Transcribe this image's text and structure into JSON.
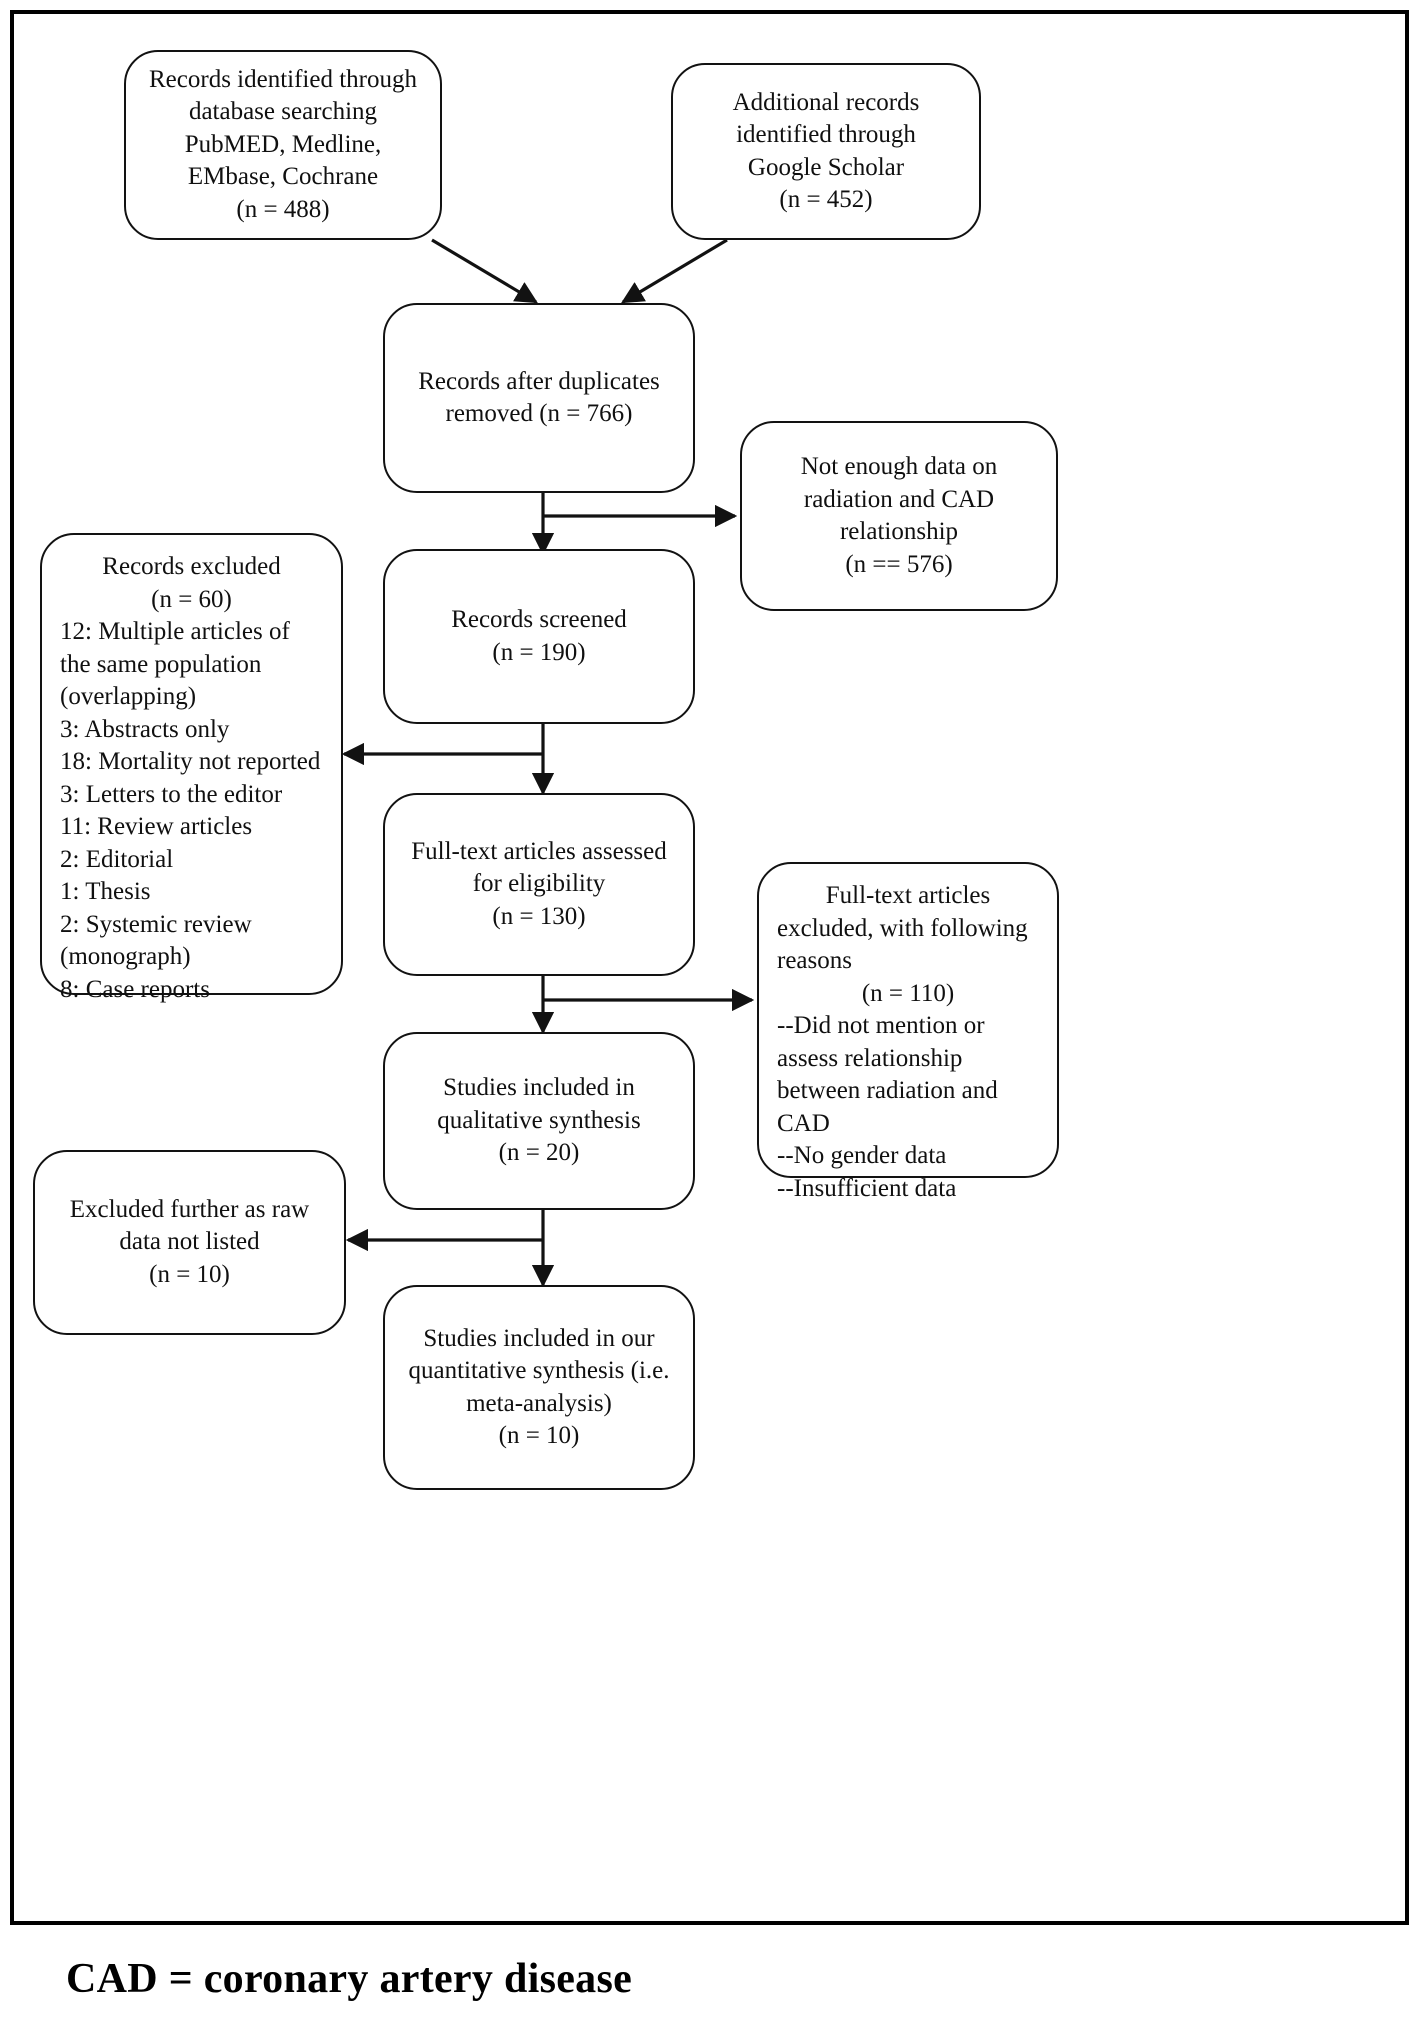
{
  "figure": {
    "type": "prisma-flow-diagram",
    "caption": "CAD = coronary artery disease",
    "colors": {
      "stroke": "#121212",
      "background": "#ffffff",
      "text": "#101010",
      "frame": "#000000"
    }
  },
  "nodes": {
    "identified_database": {
      "name": "records-identified-database-searching",
      "lines": [
        "Records identified through",
        "database searching",
        "PubMED, Medline,",
        "EMbase, Cochrane",
        "(n = 488)"
      ],
      "count": 488
    },
    "identified_additional": {
      "name": "additional-records-google-scholar",
      "lines": [
        "Additional records",
        "identified through",
        "Google Scholar",
        "(n = 452)"
      ],
      "count": 452
    },
    "duplicates_removed": {
      "name": "records-after-duplicates-removed",
      "lines": [
        "Records after duplicates",
        "removed (n = 766)"
      ],
      "count": 766
    },
    "not_enough_data": {
      "name": "not-enough-data-on-radiation-and-cad",
      "lines": [
        "Not enough data on",
        "radiation and CAD",
        "relationship",
        "(n == 576)"
      ],
      "count": 576
    },
    "records_screened": {
      "name": "records-screened",
      "lines": [
        "Records screened",
        "(n = 190)"
      ],
      "count": 190
    },
    "records_excluded": {
      "name": "records-excluded",
      "header": [
        "Records excluded",
        "(n = 60)"
      ],
      "count": 60,
      "reasons": [
        "12: Multiple articles of",
        "the same population",
        "(overlapping)",
        "3: Abstracts only",
        "18: Mortality not reported",
        "3: Letters to the editor",
        "11: Review articles",
        "2: Editorial",
        "1: Thesis",
        "2: Systemic review",
        "(monograph)",
        "8: Case reports"
      ]
    },
    "fulltext_assessed": {
      "name": "full-text-articles-assessed-for-eligibility",
      "lines": [
        "Full-text articles assessed",
        "for eligibility",
        "(n = 130)"
      ],
      "count": 130
    },
    "fulltext_excluded": {
      "name": "full-text-articles-excluded",
      "lines": [
        "Full-text articles",
        "excluded, with following",
        "reasons",
        "(n = 110)",
        "--Did not mention or",
        "assess relationship",
        "between radiation and",
        "CAD",
        "--No gender data",
        "--Insufficient data"
      ],
      "count": 110
    },
    "qualitative_synthesis": {
      "name": "studies-included-qualitative-synthesis",
      "lines": [
        "Studies included in",
        "qualitative synthesis",
        "(n = 20)"
      ],
      "count": 20
    },
    "excluded_raw_data": {
      "name": "excluded-further-raw-data-not-listed",
      "lines": [
        "Excluded further as raw",
        "data not listed",
        "(n = 10)"
      ],
      "count": 10
    },
    "quantitative_synthesis": {
      "name": "studies-included-quantitative-synthesis",
      "lines": [
        "Studies included in our",
        "quantitative synthesis (i.e.",
        "meta-analysis)",
        "(n = 10)"
      ],
      "count": 10
    }
  }
}
